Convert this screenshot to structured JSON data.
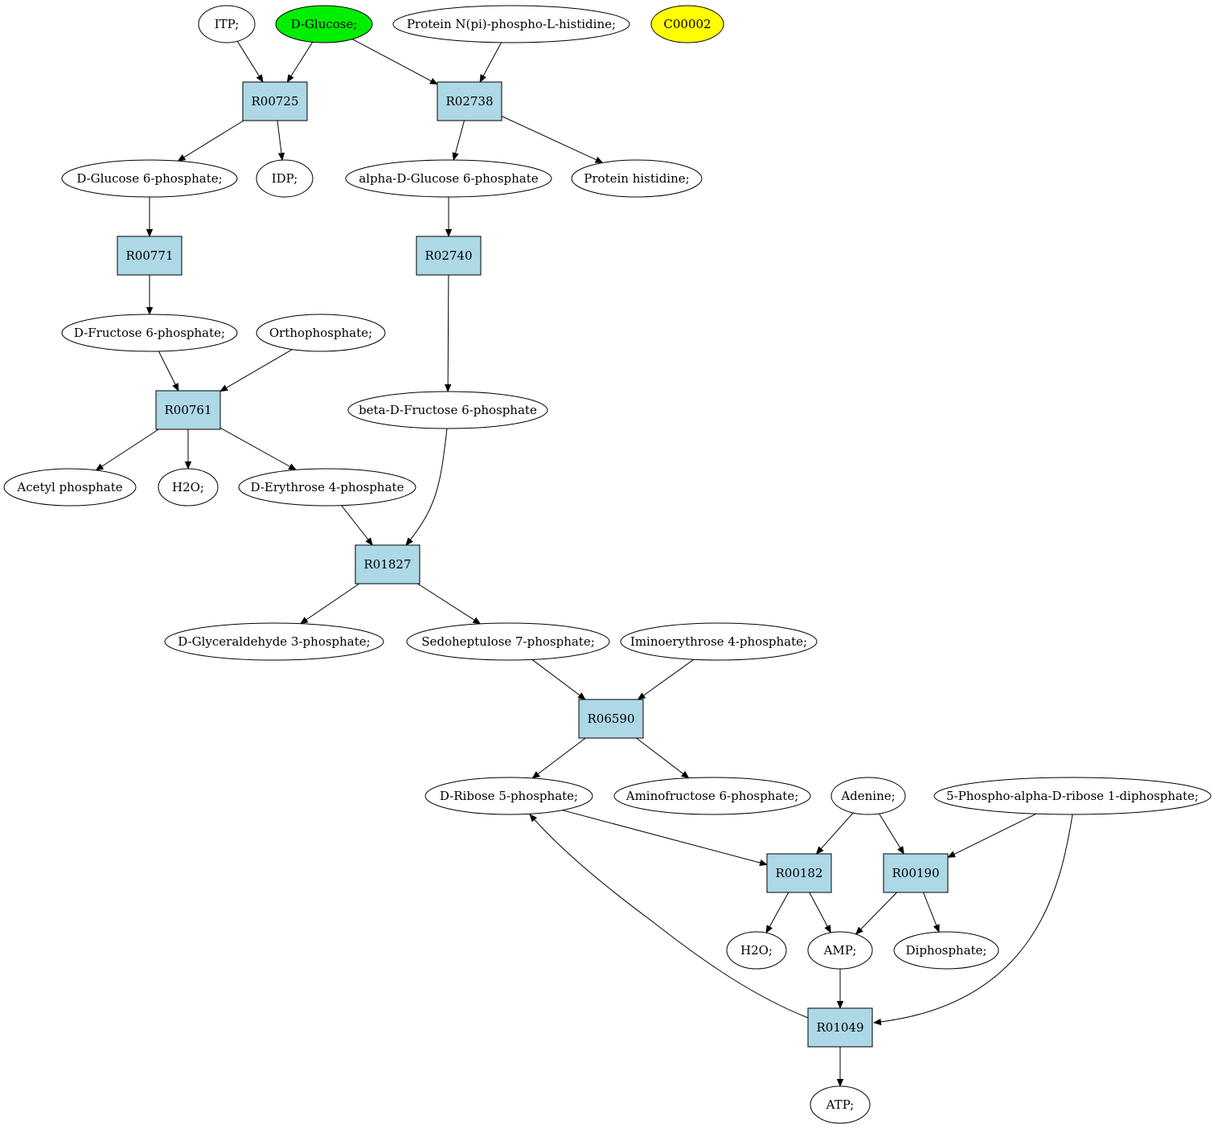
{
  "colors": {
    "reaction_fill": "#add8e6",
    "compound_fill": "#ffffff",
    "highlight_green": "#00ee00",
    "highlight_yellow": "#ffff00",
    "stroke": "#000000"
  },
  "nodes": [
    {
      "id": "itp",
      "label": "ITP;",
      "kind": "compound"
    },
    {
      "id": "dglucose",
      "label": "D-Glucose;",
      "kind": "compound",
      "fill": "highlight_green"
    },
    {
      "id": "protein_phospho",
      "label": "Protein N(pi)-phospho-L-histidine;",
      "kind": "compound"
    },
    {
      "id": "c00002",
      "label": "C00002",
      "kind": "compound",
      "fill": "highlight_yellow"
    },
    {
      "id": "r00725",
      "label": "R00725",
      "kind": "reaction"
    },
    {
      "id": "r02738",
      "label": "R02738",
      "kind": "reaction"
    },
    {
      "id": "dg6p",
      "label": "D-Glucose 6-phosphate;",
      "kind": "compound"
    },
    {
      "id": "idp",
      "label": "IDP;",
      "kind": "compound"
    },
    {
      "id": "adg6p",
      "label": "alpha-D-Glucose 6-phosphate",
      "kind": "compound"
    },
    {
      "id": "protein_his",
      "label": "Protein histidine;",
      "kind": "compound"
    },
    {
      "id": "r00771",
      "label": "R00771",
      "kind": "reaction"
    },
    {
      "id": "r02740",
      "label": "R02740",
      "kind": "reaction"
    },
    {
      "id": "df6p",
      "label": "D-Fructose 6-phosphate;",
      "kind": "compound"
    },
    {
      "id": "orthophosphate",
      "label": "Orthophosphate;",
      "kind": "compound"
    },
    {
      "id": "r00761",
      "label": "R00761",
      "kind": "reaction"
    },
    {
      "id": "bdf6p",
      "label": "beta-D-Fructose 6-phosphate",
      "kind": "compound"
    },
    {
      "id": "acetyl_p",
      "label": "Acetyl phosphate",
      "kind": "compound"
    },
    {
      "id": "h2o_a",
      "label": "H2O;",
      "kind": "compound"
    },
    {
      "id": "de4p",
      "label": "D-Erythrose 4-phosphate",
      "kind": "compound"
    },
    {
      "id": "r01827",
      "label": "R01827",
      "kind": "reaction"
    },
    {
      "id": "dga3p",
      "label": "D-Glyceraldehyde 3-phosphate;",
      "kind": "compound"
    },
    {
      "id": "s7p",
      "label": "Sedoheptulose 7-phosphate;",
      "kind": "compound"
    },
    {
      "id": "ie4p",
      "label": "Iminoerythrose 4-phosphate;",
      "kind": "compound"
    },
    {
      "id": "r06590",
      "label": "R06590",
      "kind": "reaction"
    },
    {
      "id": "dr5p",
      "label": "D-Ribose 5-phosphate;",
      "kind": "compound"
    },
    {
      "id": "af6p",
      "label": "Aminofructose 6-phosphate;",
      "kind": "compound"
    },
    {
      "id": "adenine",
      "label": "Adenine;",
      "kind": "compound"
    },
    {
      "id": "prpp",
      "label": "5-Phospho-alpha-D-ribose 1-diphosphate;",
      "kind": "compound"
    },
    {
      "id": "r00182",
      "label": "R00182",
      "kind": "reaction"
    },
    {
      "id": "r00190",
      "label": "R00190",
      "kind": "reaction"
    },
    {
      "id": "h2o_b",
      "label": "H2O;",
      "kind": "compound"
    },
    {
      "id": "amp",
      "label": "AMP;",
      "kind": "compound"
    },
    {
      "id": "diphosphate",
      "label": "Diphosphate;",
      "kind": "compound"
    },
    {
      "id": "r01049",
      "label": "R01049",
      "kind": "reaction"
    },
    {
      "id": "atp",
      "label": "ATP;",
      "kind": "compound"
    }
  ],
  "edges": [
    {
      "from": "itp",
      "to": "r00725"
    },
    {
      "from": "dglucose",
      "to": "r00725"
    },
    {
      "from": "dglucose",
      "to": "r02738"
    },
    {
      "from": "protein_phospho",
      "to": "r02738"
    },
    {
      "from": "r00725",
      "to": "dg6p"
    },
    {
      "from": "r00725",
      "to": "idp"
    },
    {
      "from": "r02738",
      "to": "adg6p"
    },
    {
      "from": "r02738",
      "to": "protein_his"
    },
    {
      "from": "dg6p",
      "to": "r00771"
    },
    {
      "from": "adg6p",
      "to": "r02740"
    },
    {
      "from": "r00771",
      "to": "df6p"
    },
    {
      "from": "r02740",
      "to": "bdf6p"
    },
    {
      "from": "df6p",
      "to": "r00761"
    },
    {
      "from": "orthophosphate",
      "to": "r00761"
    },
    {
      "from": "r00761",
      "to": "acetyl_p"
    },
    {
      "from": "r00761",
      "to": "h2o_a"
    },
    {
      "from": "r00761",
      "to": "de4p"
    },
    {
      "from": "de4p",
      "to": "r01827"
    },
    {
      "from": "bdf6p",
      "to": "r01827"
    },
    {
      "from": "r01827",
      "to": "dga3p"
    },
    {
      "from": "r01827",
      "to": "s7p"
    },
    {
      "from": "s7p",
      "to": "r06590"
    },
    {
      "from": "ie4p",
      "to": "r06590"
    },
    {
      "from": "r06590",
      "to": "dr5p"
    },
    {
      "from": "r06590",
      "to": "af6p"
    },
    {
      "from": "dr5p",
      "to": "r00182"
    },
    {
      "from": "adenine",
      "to": "r00182"
    },
    {
      "from": "adenine",
      "to": "r00190"
    },
    {
      "from": "prpp",
      "to": "r00190"
    },
    {
      "from": "prpp",
      "to": "r01049"
    },
    {
      "from": "r00182",
      "to": "h2o_b"
    },
    {
      "from": "r00182",
      "to": "amp"
    },
    {
      "from": "r00190",
      "to": "amp"
    },
    {
      "from": "r00190",
      "to": "diphosphate"
    },
    {
      "from": "amp",
      "to": "r01049"
    },
    {
      "from": "r01049",
      "to": "dr5p"
    },
    {
      "from": "r01049",
      "to": "atp"
    }
  ]
}
